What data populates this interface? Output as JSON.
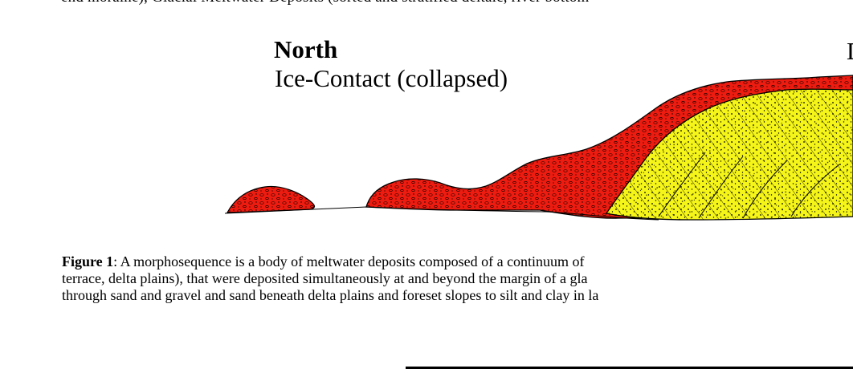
{
  "page": {
    "top_fragment": "end moraine), Glacial Meltwater Deposits (sorted and stratified deltaic, river bottom"
  },
  "figure": {
    "north_label": "North",
    "ice_contact_label": "Ice-Contact (collapsed)",
    "right_label_fragment": "D",
    "colors": {
      "ice_contact_fill": "#ee1c10",
      "delta_fill": "#f5f51a",
      "outline": "#000000"
    }
  },
  "caption": {
    "label": "Figure 1",
    "line1_rest": ": A morphosequence is a body of meltwater deposits composed of a continuum of",
    "line2": "terrace, delta plains), that were deposited simultaneously at and beyond the margin of a gla",
    "line3": "through sand and gravel and sand beneath delta plains and foreset slopes to silt and clay in la"
  }
}
